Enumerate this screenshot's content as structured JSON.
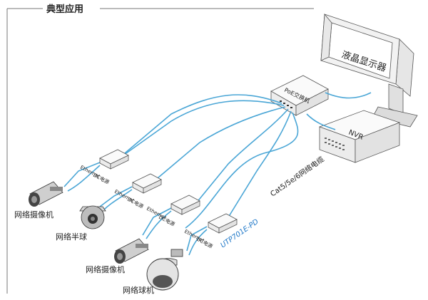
{
  "title": "典型应用",
  "monitor_label": "液晶显示器",
  "nvr_label": "NVR",
  "switch_label": "PoE交换机",
  "cable_label": "Cat5/5e/6网络电缆",
  "product_label": "UTP701E-PD",
  "port_labels": {
    "ethernet": "Ethernet",
    "dc": "DC电源"
  },
  "devices": [
    {
      "label": "网络摄像机"
    },
    {
      "label": "网络半球"
    },
    {
      "label": "网络摄像机"
    },
    {
      "label": "网络球机"
    }
  ],
  "colors": {
    "cable": "#4aa6d6",
    "product_label": "#1f78c8",
    "outline": "#555555"
  }
}
